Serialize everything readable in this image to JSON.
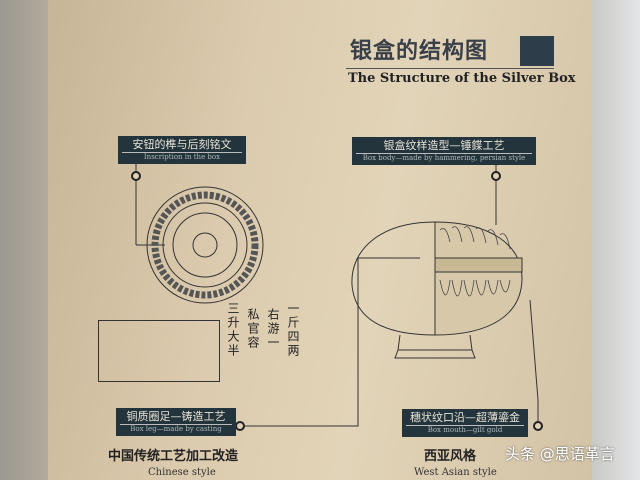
{
  "title": {
    "zh": "银盒的结构图",
    "en": "The Structure of the Silver Box"
  },
  "labels": {
    "inscription": {
      "zh": "安钮的榫与后刻铭文",
      "en": "Inscription in the box"
    },
    "body": {
      "zh": "银盒纹样造型—锤鍱工艺",
      "en": "Box body—made by hammering, persian style"
    },
    "leg": {
      "zh": "铜质圈足—铸造工艺",
      "en": "Box leg—made by casting"
    },
    "mouth": {
      "zh": "穗状纹口沿—超薄鎏金",
      "en": "Box mouth—gilt gold"
    }
  },
  "inscription_columns": [
    "一斤四两",
    "右游一",
    "私官容",
    "三升大半"
  ],
  "captions": {
    "chinese": {
      "zh": "中国传统工艺加工改造",
      "en": "Chinese style"
    },
    "west_asian": {
      "zh": "西亚风格",
      "en": "West Asian style"
    }
  },
  "watermark": "头条 @思语革言",
  "colors": {
    "label_bg": "#24343c",
    "board": "#dccbae"
  }
}
